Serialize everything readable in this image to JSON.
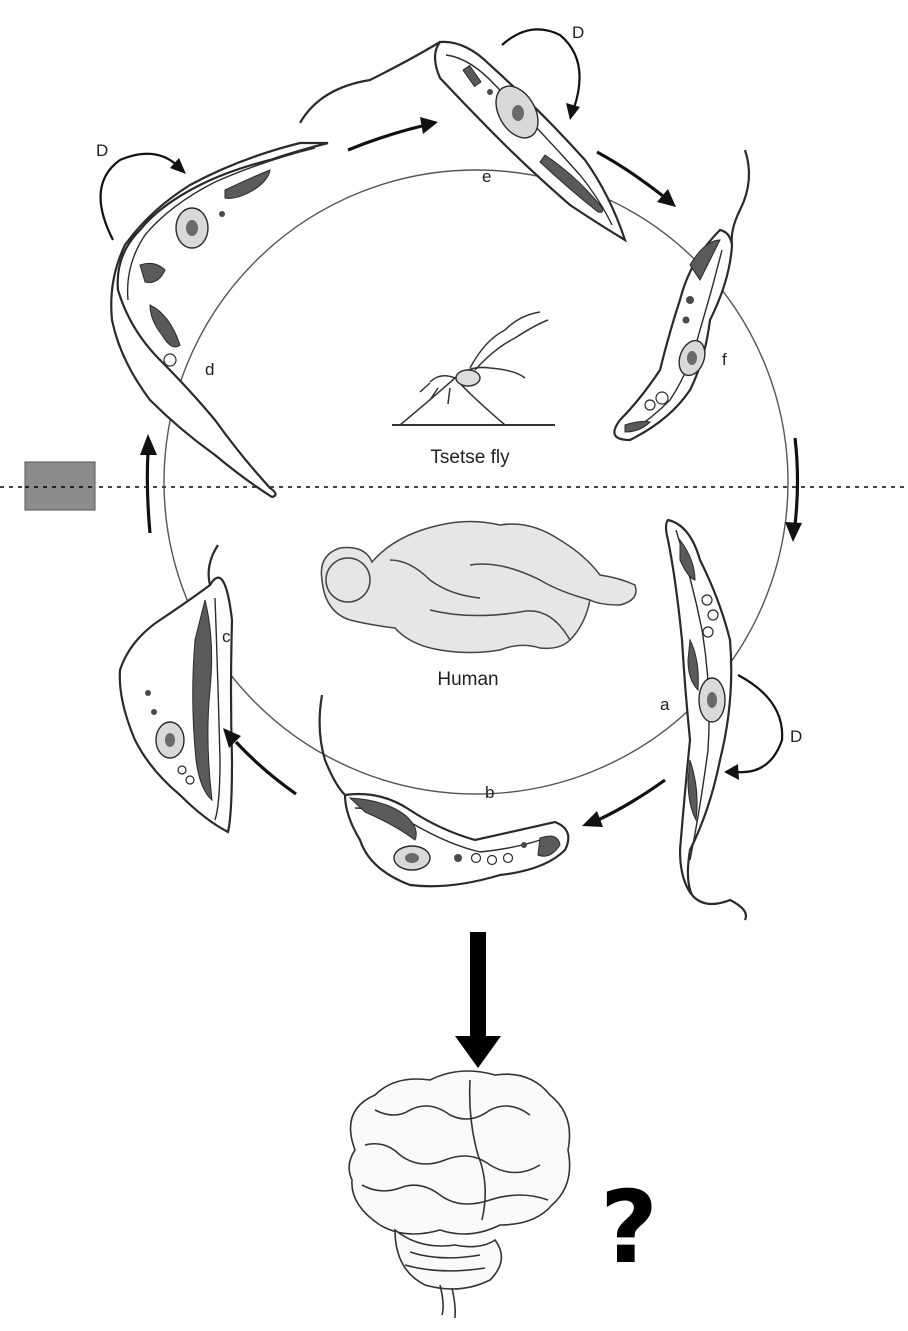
{
  "hosts": {
    "upper_label": "Tsetse fly",
    "lower_label": "Human"
  },
  "stages": [
    {
      "id": "a",
      "label": "a"
    },
    {
      "id": "b",
      "label": "b"
    },
    {
      "id": "c",
      "label": "c"
    },
    {
      "id": "d",
      "label": "d"
    },
    {
      "id": "e",
      "label": "e"
    },
    {
      "id": "f",
      "label": "f"
    }
  ],
  "division_marker": "D",
  "question_mark": "?",
  "colors": {
    "line": "#2a2a2a",
    "arrow": "#111111",
    "boundary_box": "#8c8c8c",
    "dark_organelle": "#5a5a5a",
    "human_fill": "#e6e6e6"
  }
}
